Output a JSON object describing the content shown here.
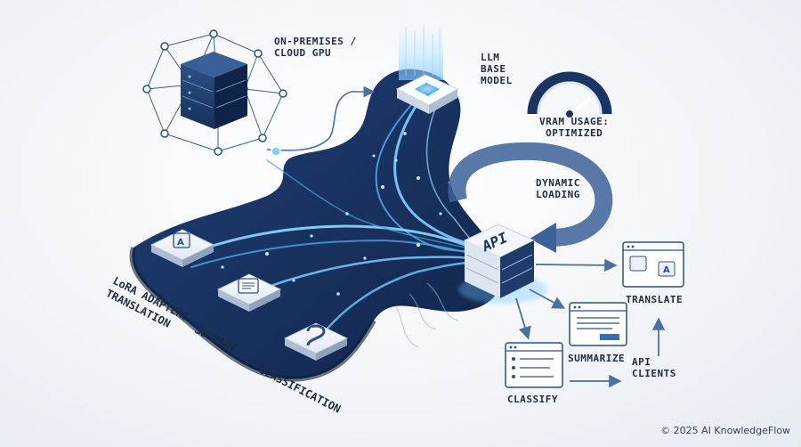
{
  "labels": {
    "infra": [
      "ON-PREMISES /",
      "CLOUD GPU"
    ],
    "base_model": [
      "LLM",
      "BASE",
      "MODEL"
    ],
    "vram": [
      "VRAM USAGE:",
      "OPTIMIZED"
    ],
    "dynamic": [
      "DYNAMIC",
      "LOADING"
    ],
    "api": "API",
    "adapters": [
      "LoRA ADAPTERS:",
      "TRANSLATION"
    ],
    "summary": "SUMMARY",
    "classification": "CLASSIFICATION",
    "translate": "TRANSLATE",
    "summarize": "SUMMARIZE",
    "classify": "CLASSIFY",
    "api_clients": [
      "API",
      "CLIENTS"
    ]
  },
  "gauge_level": 0.8,
  "copyright": "© 2025 AI KnowledgeFlow",
  "colors": {
    "navy": "#1a3563",
    "navy_mid": "#2b4f86",
    "glow": "#6ec3ff",
    "accent": "#2f6fb8",
    "arrow": "#4d6f9d"
  }
}
